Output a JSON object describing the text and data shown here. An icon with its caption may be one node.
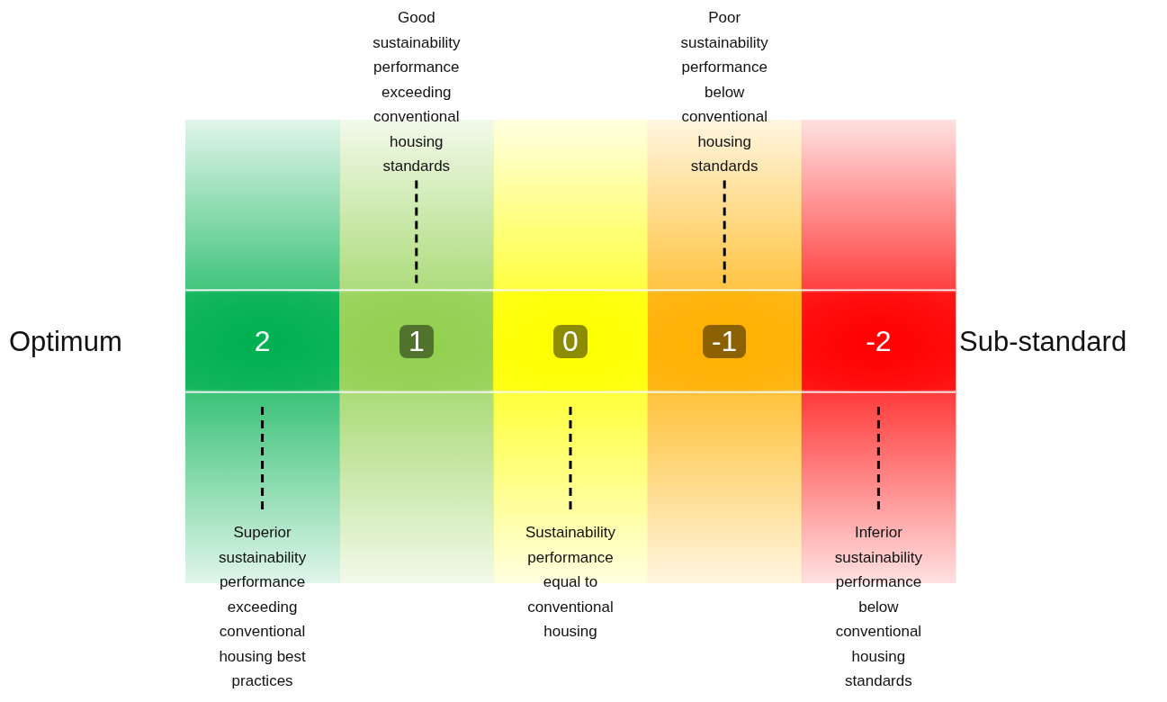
{
  "diagram": {
    "nodes": [
      {
        "text": [
          "Good sustainability performance exceeding conventional housing standards"
        ]
      },
      {
        "text": [
          "Poor sustainability performance below conventional housing standards"
        ]
      },
      {
        "text": [
          "2"
        ]
      },
      {
        "text": [
          "1"
        ]
      },
      {
        "text": [
          "0"
        ]
      },
      {
        "text": [
          "-1"
        ]
      },
      {
        "text": [
          "-2"
        ]
      },
      {
        "text": [
          "Superior sustainability performance exceeding conventional housing best practices"
        ]
      },
      {
        "text": [
          "Sustainability performance equal to conventional housing"
        ]
      },
      {
        "text": [
          "Inferior sustainability performance below conventional housing standards"
        ]
      }
    ],
    "edges": [
      {
        "from": 0,
        "to": 3,
        "arrow": "none",
        "style": "dashed"
      },
      {
        "from": 1,
        "to": 5,
        "arrow": "none",
        "style": "dashed"
      },
      {
        "from": 7,
        "to": 2,
        "arrow": "none",
        "style": "dashed"
      },
      {
        "from": 8,
        "to": 4,
        "arrow": "none",
        "style": "dashed"
      },
      {
        "from": 9,
        "to": 6,
        "arrow": "none",
        "style": "dashed"
      }
    ],
    "labels": [
      "Optimum",
      "Sub-standard"
    ]
  }
}
